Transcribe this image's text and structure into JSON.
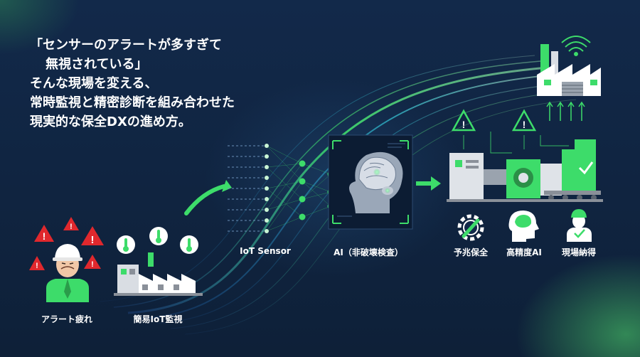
{
  "headline": {
    "line1": "「センサーのアラートが多すぎて",
    "line2": "無視されている」",
    "line3": "そんな現場を変える、",
    "line4": "常時監視と精密診断を組み合わせた",
    "line5": "現実的な保全DXの進め方。"
  },
  "labels": {
    "alert_fatigue": "アラート疲れ",
    "simple_iot": "簡易IoT監視",
    "iot_sensor": "IoT Sensor",
    "ai_ndt": "AI（非破壊検査）",
    "predictive_maintenance": "予兆保全",
    "high_accuracy_ai": "高精度AI",
    "on_site_acceptance": "現場納得"
  },
  "icons": {
    "alert": "warning-triangle-icon",
    "thermometer": "thermometer-icon",
    "sensor_lines": "sensor-signal-icon",
    "neural_net": "neural-network-icon",
    "brain_scan": "brain-scan-icon",
    "wrench_gear": "wrench-gear-icon",
    "brain_head": "brain-head-icon",
    "worker": "worker-icon",
    "factory": "factory-icon",
    "wifi": "wifi-icon"
  },
  "colors": {
    "background": "#0f2340",
    "accent_green": "#3ddc6a",
    "alert_red": "#e0282d",
    "warning_amber": "#3ddc6a",
    "text": "#ffffff"
  }
}
